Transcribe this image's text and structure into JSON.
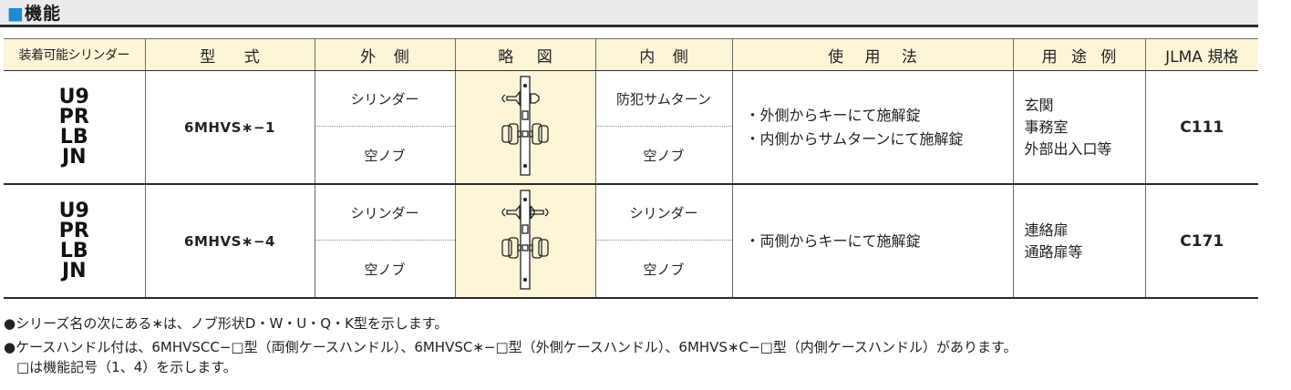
{
  "section": {
    "bullet": "■",
    "title": "機能"
  },
  "table": {
    "headers": [
      "装着可能シリンダー",
      "型 式",
      "外 側",
      "略 図",
      "内 側",
      "使 用 法",
      "用 途 例",
      "JLMA 規格"
    ],
    "rows": [
      {
        "series": [
          "U9",
          "PR",
          "LB",
          "JN"
        ],
        "model": "6MHVS∗−1",
        "outside": [
          "シリンダー",
          "空ノブ"
        ],
        "inside": [
          "防犯サムターン",
          "空ノブ"
        ],
        "usage": [
          "・外側からキーにて施解錠",
          "・内側からサムターンにて施解錠"
        ],
        "purpose": [
          "玄関",
          "事務室",
          "外部出入口等"
        ],
        "jlma": "C111"
      },
      {
        "series": [
          "U9",
          "PR",
          "LB",
          "JN"
        ],
        "model": "6MHVS∗−4",
        "outside": [
          "シリンダー",
          "空ノブ"
        ],
        "inside": [
          "シリンダー",
          "空ノブ"
        ],
        "usage": [
          "・両側からキーにて施解錠"
        ],
        "purpose": [
          "連絡扉",
          "通路扉等"
        ],
        "jlma": "C171"
      }
    ]
  },
  "notes": [
    "●シリーズ名の次にある∗は、ノブ形状D・W・U・Q・K型を示します。",
    "●ケースハンドル付は、6MHVSCC−□型（両側ケースハンドル）、6MHVSC∗−□型（外側ケースハンドル）、6MHVS∗C−□型（内側ケースハンドル）があります。",
    "□は機能記号（1、4）を示します。"
  ],
  "colors": {
    "accent": "#1f8ad0",
    "header_bg": "#fdf5d8",
    "section_bg": "#ebebeb"
  }
}
